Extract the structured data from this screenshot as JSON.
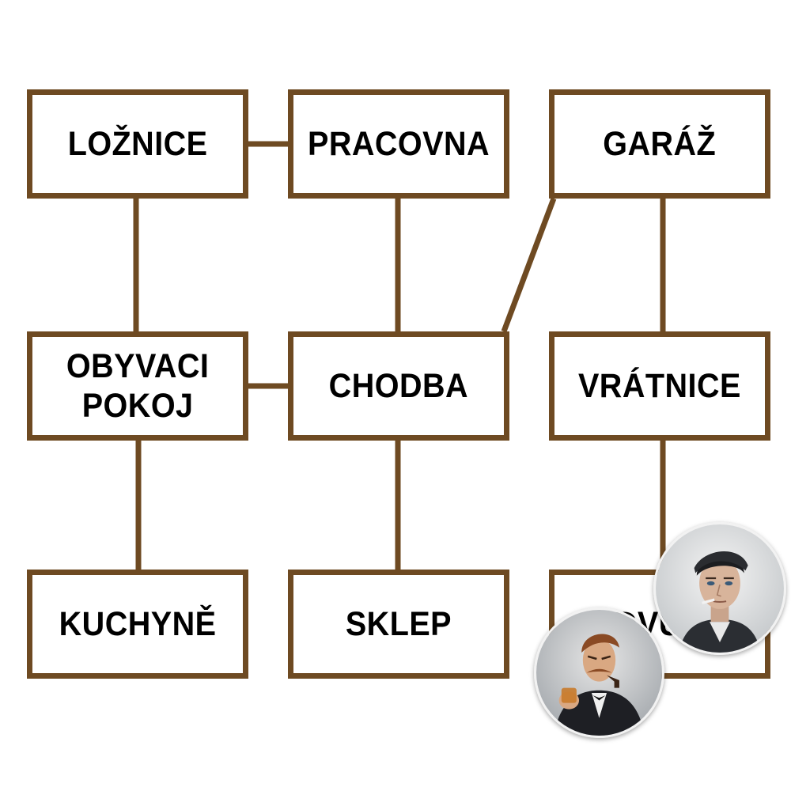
{
  "colors": {
    "border": "#6e4a22",
    "connector": "#6e4a22",
    "background": "#ffffff",
    "text": "#000000"
  },
  "rooms": {
    "loznice": "LOŽNICE",
    "pracovna": "PRACOVNA",
    "garaz": "GARÁŽ",
    "obyvaci": "OBYVACI\nPOKOJ",
    "chodba": "CHODBA",
    "vratnice": "VRÁTNICE",
    "kuchyne": "KUCHYNĚ",
    "sklep": "SKLEP",
    "dvur": "DVŮR"
  },
  "connections": [
    [
      "loznice",
      "pracovna"
    ],
    [
      "loznice",
      "obyvaci"
    ],
    [
      "pracovna",
      "chodba"
    ],
    [
      "garaz",
      "chodba"
    ],
    [
      "garaz",
      "vratnice"
    ],
    [
      "obyvaci",
      "chodba"
    ],
    [
      "obyvaci",
      "kuchyne"
    ],
    [
      "chodba",
      "sklep"
    ],
    [
      "vratnice",
      "dvur"
    ]
  ],
  "tokens": [
    {
      "icon": "man-with-cap-portrait-icon",
      "room": "dvur"
    },
    {
      "icon": "gentleman-with-drink-portrait-icon",
      "room": "dvur"
    }
  ]
}
